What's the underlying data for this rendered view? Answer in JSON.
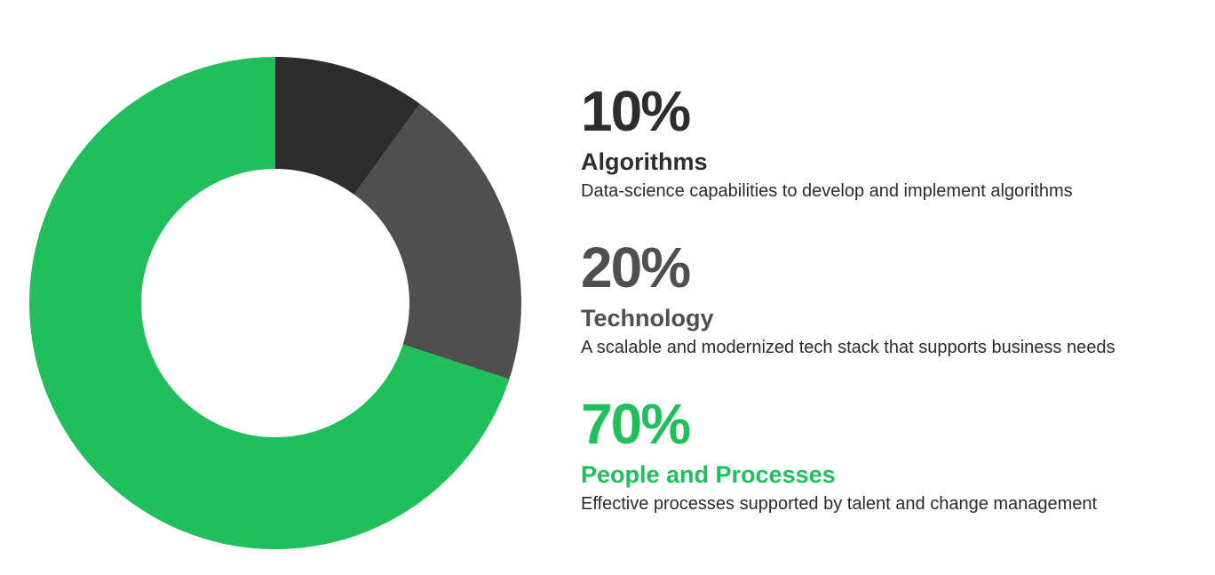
{
  "chart_data": {
    "type": "pie",
    "donut": true,
    "title": "",
    "legend_position": "right",
    "slices": [
      {
        "value": 10,
        "label": "10%",
        "name": "Algorithms",
        "description": "Data-science capabilities to develop and implement algorithms",
        "color": "#2d2d2d",
        "text_color": "#2d2d2d"
      },
      {
        "value": 20,
        "label": "20%",
        "name": "Technology",
        "description": "A scalable and modernized tech stack that supports business needs",
        "color": "#4f4f4f",
        "text_color": "#4f4f4f"
      },
      {
        "value": 70,
        "label": "70%",
        "name": "People and Processes",
        "description": "Effective processes supported by talent and change management",
        "color": "#21bf5b",
        "text_color": "#21bf5b"
      }
    ]
  }
}
